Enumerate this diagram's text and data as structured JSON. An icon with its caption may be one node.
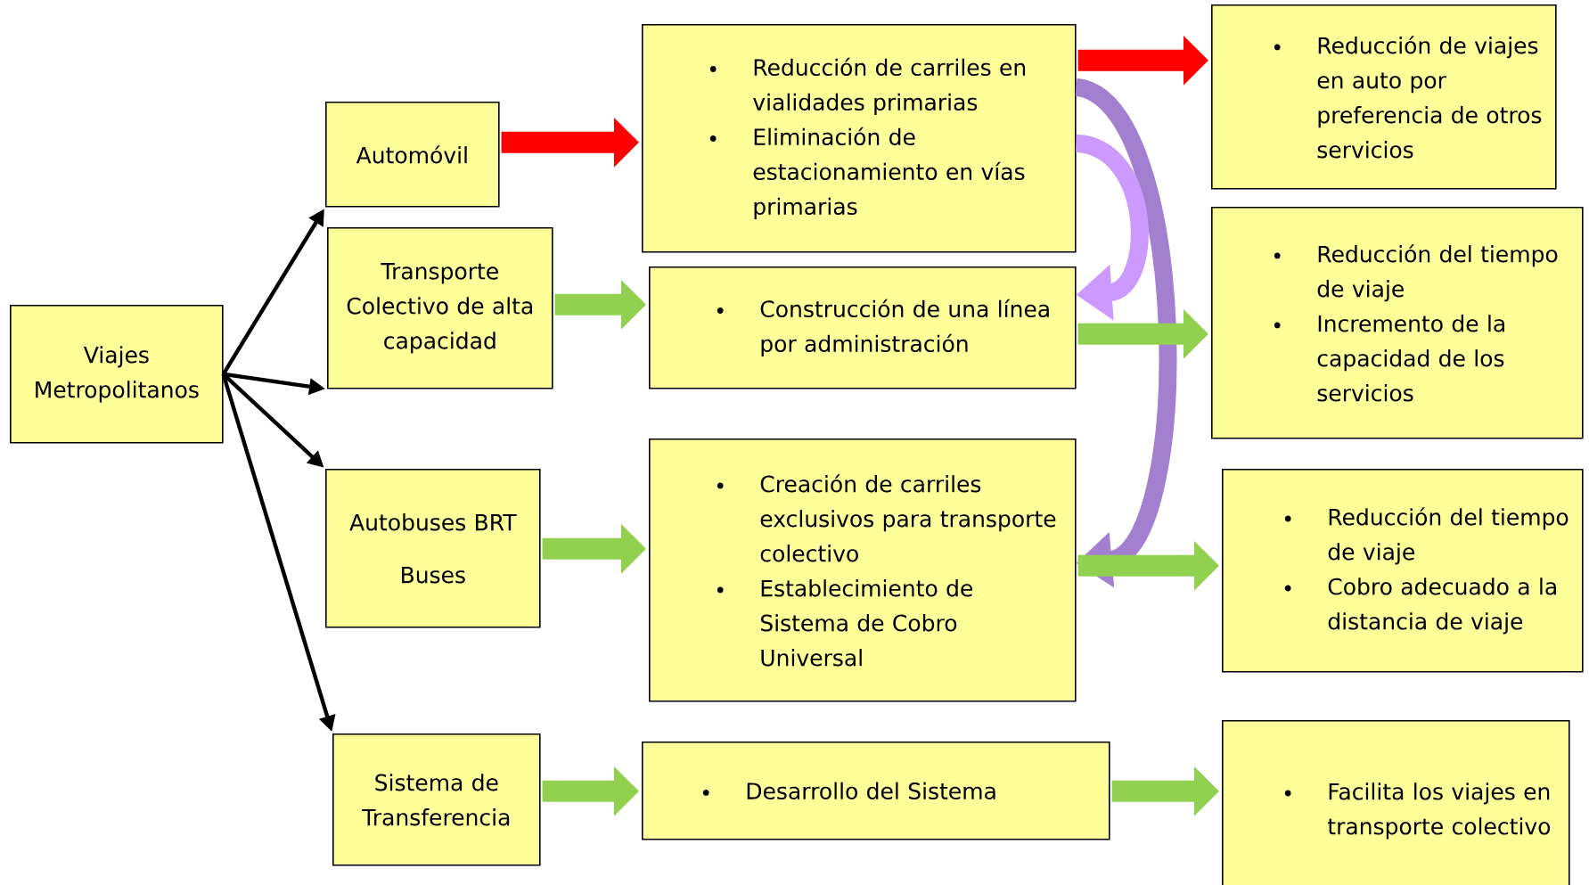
{
  "diagram": {
    "nodes": [
      {
        "text": [
          "Viajes Metropolitanos"
        ]
      },
      {
        "text": [
          "Automóvil"
        ]
      },
      {
        "text": [
          "Transporte Colectivo de alta capacidad"
        ]
      },
      {
        "text": [
          "Autobuses BRT",
          "Buses"
        ]
      },
      {
        "text": [
          "Sistema de Transferencia"
        ]
      },
      {
        "text": [
          "Reducción de carriles en vialidades primarias",
          "Eliminación de estacionamiento en vías primarias"
        ]
      },
      {
        "text": [
          "Construcción de una línea por administración"
        ]
      },
      {
        "text": [
          "Creación de carriles exclusivos para transporte colectivo",
          "Establecimiento de Sistema de Cobro Universal"
        ]
      },
      {
        "text": [
          "Desarrollo del Sistema"
        ]
      },
      {
        "text": [
          "Reducción de viajes en auto por preferencia de otros servicios"
        ]
      },
      {
        "text": [
          "Reducción del tiempo de viaje",
          "Incremento de la capacidad de los servicios"
        ]
      },
      {
        "text": [
          "Reducción del tiempo de viaje",
          "Cobro adecuado a la distancia de viaje"
        ]
      },
      {
        "text": [
          "Facilita los viajes en transporte colectivo"
        ]
      }
    ],
    "edges": [
      {
        "from": 0,
        "to": 1,
        "arrow": "to",
        "color": "#000000"
      },
      {
        "from": 0,
        "to": 2,
        "arrow": "to",
        "color": "#000000"
      },
      {
        "from": 0,
        "to": 3,
        "arrow": "to",
        "color": "#000000"
      },
      {
        "from": 0,
        "to": 4,
        "arrow": "to",
        "color": "#000000"
      },
      {
        "from": 1,
        "to": 5,
        "arrow": "to",
        "color": "#ff0000"
      },
      {
        "from": 2,
        "to": 6,
        "arrow": "to",
        "color": "#92d050"
      },
      {
        "from": 3,
        "to": 7,
        "arrow": "to",
        "color": "#92d050"
      },
      {
        "from": 4,
        "to": 8,
        "arrow": "to",
        "color": "#92d050"
      },
      {
        "from": 5,
        "to": 9,
        "arrow": "to",
        "color": "#ff0000"
      },
      {
        "from": 5,
        "to": 7,
        "arrow": "to",
        "color": "#a37fd0"
      },
      {
        "from": 5,
        "to": 6,
        "arrow": "to",
        "color": "#cc99ff"
      },
      {
        "from": 6,
        "to": 10,
        "arrow": "to",
        "color": "#92d050"
      },
      {
        "from": 7,
        "to": 11,
        "arrow": "to",
        "color": "#92d050"
      },
      {
        "from": 8,
        "to": 12,
        "arrow": "to",
        "color": "#92d050"
      }
    ]
  }
}
